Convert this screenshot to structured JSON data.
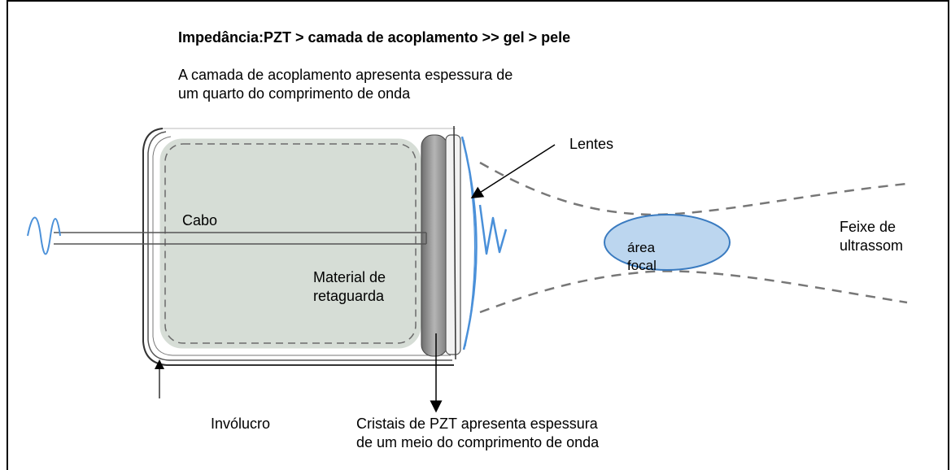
{
  "title": "Impedância:PZT > camada de acoplamento >> gel > pele",
  "coupling_note": {
    "line1": "A camada de acoplamento apresenta espessura de",
    "line2": "um quarto do comprimento de onda"
  },
  "labels": {
    "lentes": "Lentes",
    "cabo": "Cabo",
    "material_line1": "Material de",
    "material_line2": "retaguarda",
    "area_line1": "área",
    "area_line2": "focal",
    "feixe_line1": "Feixe de",
    "feixe_line2": "ultrassom",
    "involucro": "Invólucro",
    "cristais_line1": "Cristais de PZT apresenta espessura",
    "cristais_line2": "de um meio do comprimento de onda"
  },
  "colors": {
    "housing_fill": "#d9dfd9",
    "crystal_fill": "#8c8c8c",
    "wave": "#4a90d9",
    "focal_fill": "#bcd6ef",
    "focal_stroke": "#3a7bc0",
    "beam": "#666666"
  }
}
